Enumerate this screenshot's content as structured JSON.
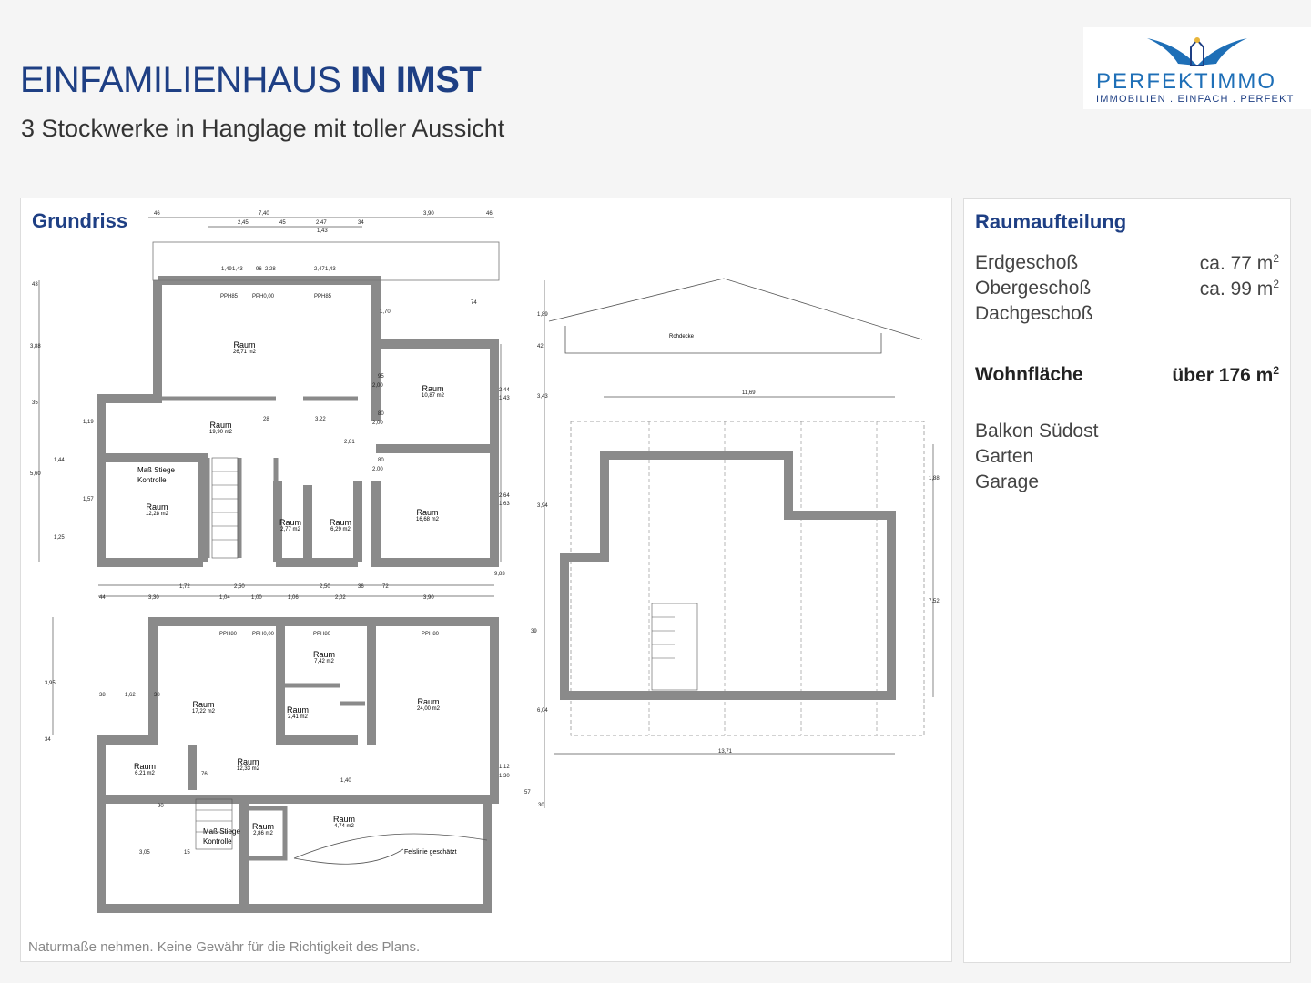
{
  "header": {
    "title_light": "EINFAMILIENHAUS",
    "title_bold": "IN IMST",
    "subtitle": "3 Stockwerke in Hanglage mit toller Aussicht"
  },
  "logo": {
    "name": "PERFEKTIMMO",
    "tagline": "IMMOBILIEN . EINFACH . PERFEKT",
    "icon": "winged-emblem-icon"
  },
  "plan_panel": {
    "heading": "Grundriss",
    "disclaimer": "Naturmaße nehmen. Keine Gewähr für die Richtigkeit des Plans.",
    "labels": {
      "room": "Raum",
      "stair_note_1": "Maß Stiege",
      "stair_note_2": "Kontrolle",
      "roof_label": "Rohdecke",
      "rock_line": "Felslinie geschätzt"
    },
    "upper_rooms": [
      {
        "area": "26,71 m2"
      },
      {
        "area": "19,90 m2"
      },
      {
        "area": "10,87 m2"
      },
      {
        "area": "12,28 m2"
      },
      {
        "area": "2,77 m2"
      },
      {
        "area": "6,29 m2"
      },
      {
        "area": "16,68 m2"
      }
    ],
    "lower_rooms": [
      {
        "area": "7,42 m2"
      },
      {
        "area": "17,22 m2"
      },
      {
        "area": "2,41 m2"
      },
      {
        "area": "24,00 m2"
      },
      {
        "area": "6,21 m2"
      },
      {
        "area": "12,33 m2"
      },
      {
        "area": "4,74 m2"
      },
      {
        "area": "2,86 m2"
      }
    ],
    "dims": {
      "top_total": "7,40",
      "top_right": "3,90",
      "edge": "46",
      "top_a": "2,45",
      "top_b": "45",
      "top_c": "2,47",
      "top_d": "34",
      "top_e": "1,43",
      "w_a": "1,49",
      "w_b": "1,43",
      "w_c": "96",
      "w_d": "2,28",
      "w_e": "2,47",
      "w_f": "1,43",
      "pph85": "PPH85",
      "pph0": "PPH0,00",
      "pph80": "PPH80",
      "side_388": "3,88",
      "side_560": "5,60",
      "side_35": "35",
      "side_43": "43",
      "side_144": "1,44",
      "side_157": "1,57",
      "side_125": "1,25",
      "side_119": "1,19",
      "mid_322": "3,22",
      "mid_28": "28",
      "mid_281": "2,81",
      "door_80": "80",
      "door_200": "2,00",
      "door_95": "95",
      "r_244": "2,44",
      "r_143": "1,43",
      "r_264": "2,64",
      "r_163": "1,63",
      "r_170": "1,70",
      "r_74": "74",
      "b_172": "1,72",
      "b_250": "2,50",
      "b_330": "3,30",
      "b_104": "1,04",
      "b_100": "1,00",
      "b_106": "1,06",
      "b_202": "2,02",
      "b_390": "3,90",
      "b_44": "44",
      "b_36": "36",
      "b_72": "72",
      "l_395": "3,95",
      "l_162": "1,62",
      "l_38": "38",
      "l_34": "34",
      "l_305": "3,05",
      "l_15": "15",
      "l_140": "1,40",
      "l_76": "76",
      "l_90": "90",
      "l_112": "1,12",
      "l_130": "1,30",
      "l_983": "9,83",
      "a_1169": "11,69",
      "a_1371": "13,71",
      "a_189": "1,89",
      "a_343": "3,43",
      "a_394": "3,94",
      "a_752": "7,52",
      "a_604": "6,04",
      "a_42": "42",
      "a_30": "30",
      "a_57": "57",
      "a_39": "39",
      "a_188": "1,88"
    }
  },
  "info_panel": {
    "heading": "Raumaufteilung",
    "floors": [
      {
        "name": "Erdgeschoß",
        "value": "ca. 77 m",
        "sup": "2"
      },
      {
        "name": "Obergeschoß",
        "value": "ca. 99 m",
        "sup": "2"
      },
      {
        "name": "Dachgeschoß",
        "value": "",
        "sup": ""
      }
    ],
    "living": {
      "name": "Wohnfläche",
      "value": "über 176 m",
      "sup": "2"
    },
    "features": [
      "Balkon Südost",
      "Garten",
      "Garage"
    ]
  },
  "colors": {
    "brand": "#1e3f84",
    "wall": "#8a8a8a",
    "text": "#333333"
  }
}
